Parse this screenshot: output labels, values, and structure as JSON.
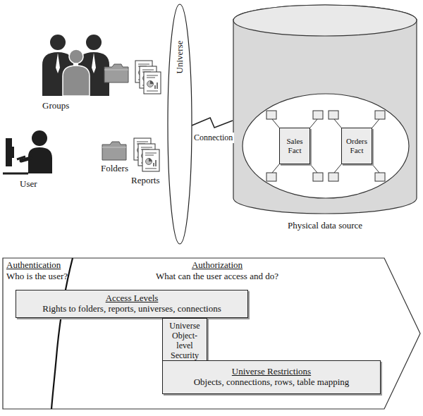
{
  "diagram": {
    "nodes": [
      {
        "text": [
          "Universe"
        ]
      },
      {
        "text": [
          "Physical data source"
        ]
      },
      {
        "text": [
          "Sales Fact"
        ],
        "in": 1
      },
      {
        "text": [
          "Orders Fact"
        ],
        "in": 1
      },
      {
        "text": [
          "Authentication",
          "Who is the user?",
          "Authorization",
          "What can the user access and do?"
        ]
      },
      {
        "text": [
          "Access Levels",
          "Rights to folders, reports, universes, connections"
        ],
        "in": 4
      },
      {
        "text": [
          "Universe Object-level Security"
        ],
        "in": 4
      },
      {
        "text": [
          "Universe Restrictions",
          "Objects, connections, rows, table mapping"
        ],
        "in": 4
      }
    ],
    "edges": [
      {
        "from": 0,
        "to": 1,
        "label": "Connection",
        "arrow": "none"
      }
    ],
    "labels": [
      "Groups",
      "User",
      "Folders",
      "Reports"
    ]
  }
}
